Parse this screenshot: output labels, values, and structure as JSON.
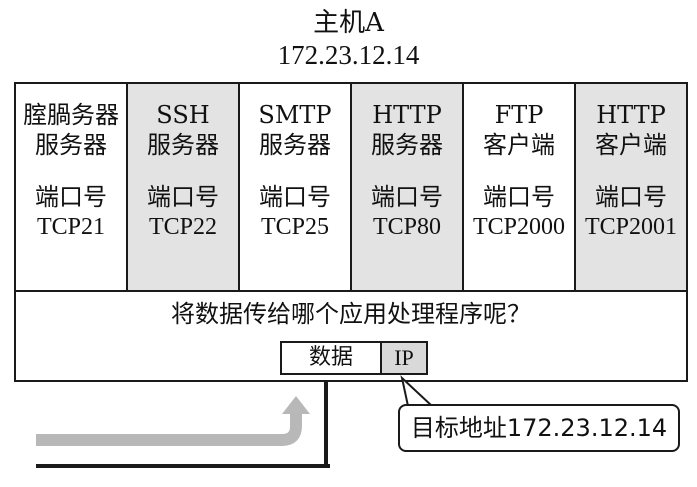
{
  "host": {
    "name": "主机A",
    "ip": "172.23.12.14"
  },
  "applications": [
    {
      "name_line1": "腟腡务器",
      "name_line2": "服务器",
      "port_label": "端口号",
      "port": "TCP21",
      "shaded": false
    },
    {
      "name_line1": "SSH",
      "name_line2": "服务器",
      "port_label": "端口号",
      "port": "TCP22",
      "shaded": true
    },
    {
      "name_line1": "SMTP",
      "name_line2": "服务器",
      "port_label": "端口号",
      "port": "TCP25",
      "shaded": false
    },
    {
      "name_line1": "HTTP",
      "name_line2": "服务器",
      "port_label": "端口号",
      "port": "TCP80",
      "shaded": true
    },
    {
      "name_line1": "FTP",
      "name_line2": "客户端",
      "port_label": "端口号",
      "port": "TCP2000",
      "shaded": false
    },
    {
      "name_line1": "HTTP",
      "name_line2": "客户端",
      "port_label": "端口号",
      "port": "TCP2001",
      "shaded": true
    }
  ],
  "question": "将数据传给哪个应用处理程序呢？",
  "packet": {
    "data_label": "数据",
    "header_label": "IP"
  },
  "callout": {
    "text": "目标地址172.23.12.14"
  },
  "colors": {
    "shade": "#e3e3e3",
    "ip_header": "#d9d9d9",
    "arrow": "#b8b8b8",
    "line": "#1a1a1a"
  }
}
